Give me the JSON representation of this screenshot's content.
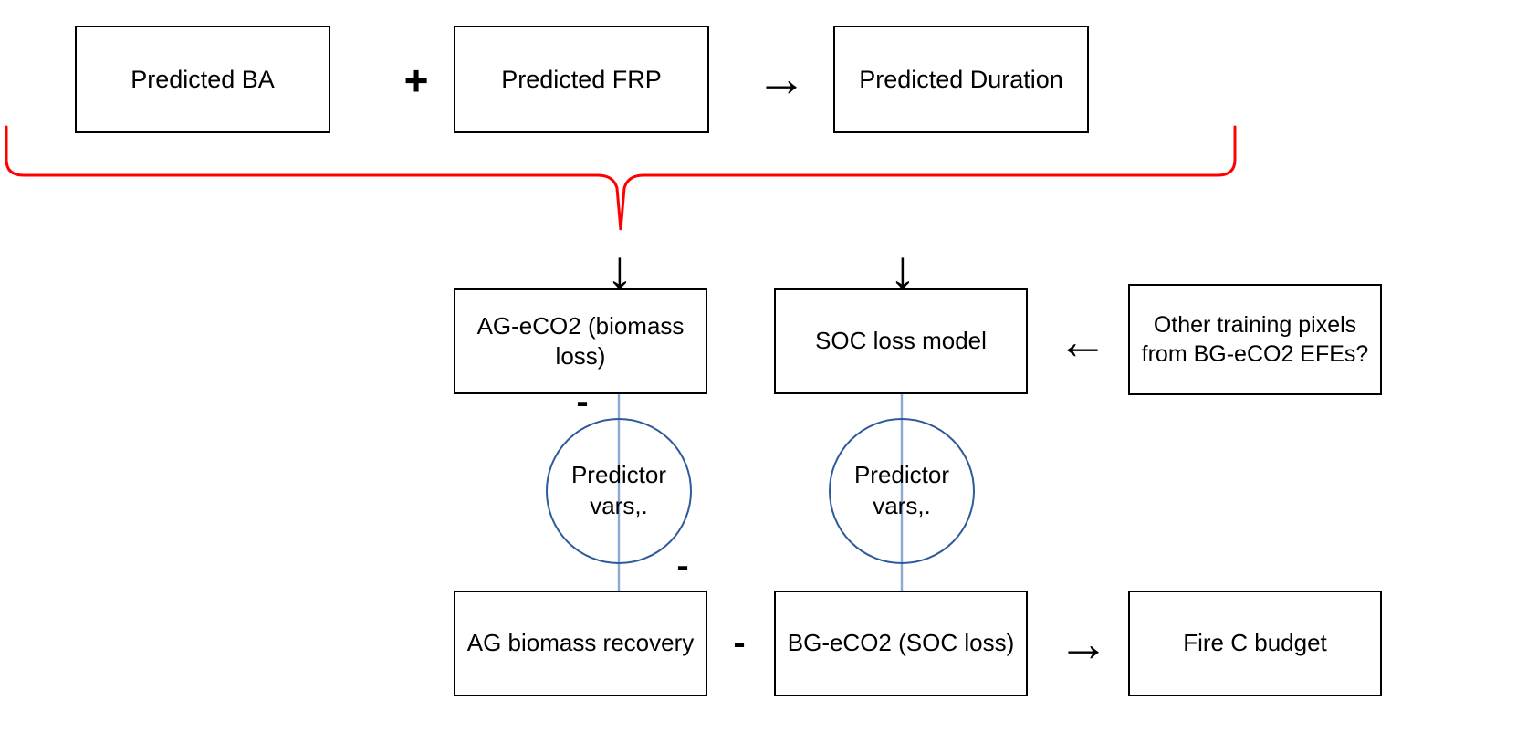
{
  "diagram": {
    "title": "Fire carbon budget modelling flow diagram",
    "colors": {
      "box_border": "#000000",
      "text": "#000000",
      "brace": "#ff0000",
      "connector": "#4a7ebb",
      "circle_border": "#2e5b9a",
      "background": "#ffffff"
    },
    "top_row": {
      "predicted_ba": "Predicted BA",
      "operator_plus": "+",
      "predicted_frp": "Predicted FRP",
      "operator_arrow_right": "→",
      "predicted_duration": "Predicted Duration"
    },
    "brace": {
      "name": "red-curly-brace",
      "description": "red brace grouping the three top boxes down to a single point"
    },
    "down_arrows": {
      "left": "↓",
      "right": "↓"
    },
    "model_row": {
      "ag_eco2": "AG-eCO2 (biomass loss)",
      "soc_loss": "SOC loss model",
      "operator_arrow_left": "←",
      "other_training": "Other training pixels from BG-eCO2 EFEs?"
    },
    "predictor_circles": {
      "left": "Predictor vars,.",
      "right": "Predictor vars,."
    },
    "minus_signs": {
      "upper_left": "-",
      "mid_right": "-",
      "between_bottom_boxes": "-"
    },
    "bottom_row": {
      "ag_biomass_recovery": "AG biomass recovery",
      "bg_eco2": "BG-eCO2 (SOC loss)",
      "operator_arrow_right": "→",
      "fire_c_budget": "Fire C budget"
    }
  }
}
